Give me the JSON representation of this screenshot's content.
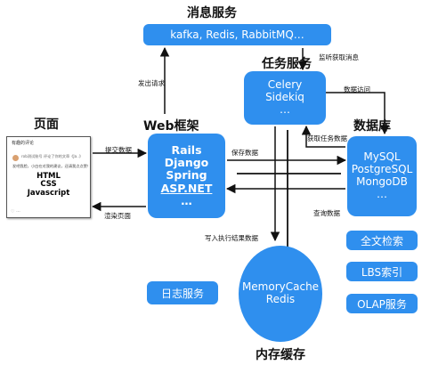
{
  "titles": {
    "message_service": "消息服务",
    "task_service": "任务服务",
    "web_framework": "Web框架",
    "page": "页面",
    "database": "数据库",
    "memory_cache": "内存缓存"
  },
  "boxes": {
    "message": "kafka, Redis, RabbitMQ…",
    "task": [
      "Celery",
      "Sidekiq",
      "…"
    ],
    "web": [
      "Rails",
      "Django",
      "Spring",
      "ASP.NET",
      "…"
    ],
    "database": [
      "MySQL",
      "PostgreSQL",
      "MongoDB",
      "…"
    ],
    "fulltext": "全文检索",
    "lbs": "LBS索引",
    "olap": "OLAP服务",
    "log": "日志服务",
    "cache": [
      "MemoryCache",
      "Redis"
    ]
  },
  "labels": {
    "send_request": "发出请求",
    "monitor_message": "监听获取消息",
    "data_access": "数据访问",
    "submit_data": "提交数据",
    "render_page": "渲染页面",
    "save_data": "保存数据",
    "fetch_task_data": "获取任务数据",
    "query_data": "查询数据",
    "write_result": "写入执行结果数据"
  },
  "page": {
    "header": "有趣的评论",
    "comment_line1": "rob测试账号 评论了你的文章《Ja..》",
    "comment_line2": "发吧我脸，小白在对我的建议，还请我点点赞！",
    "tech": [
      "HTML",
      "CSS",
      "Javascript"
    ],
    "footer": "♡  ⋯"
  },
  "colors": {
    "box": "#2f8fee",
    "arrow": "#111111"
  }
}
